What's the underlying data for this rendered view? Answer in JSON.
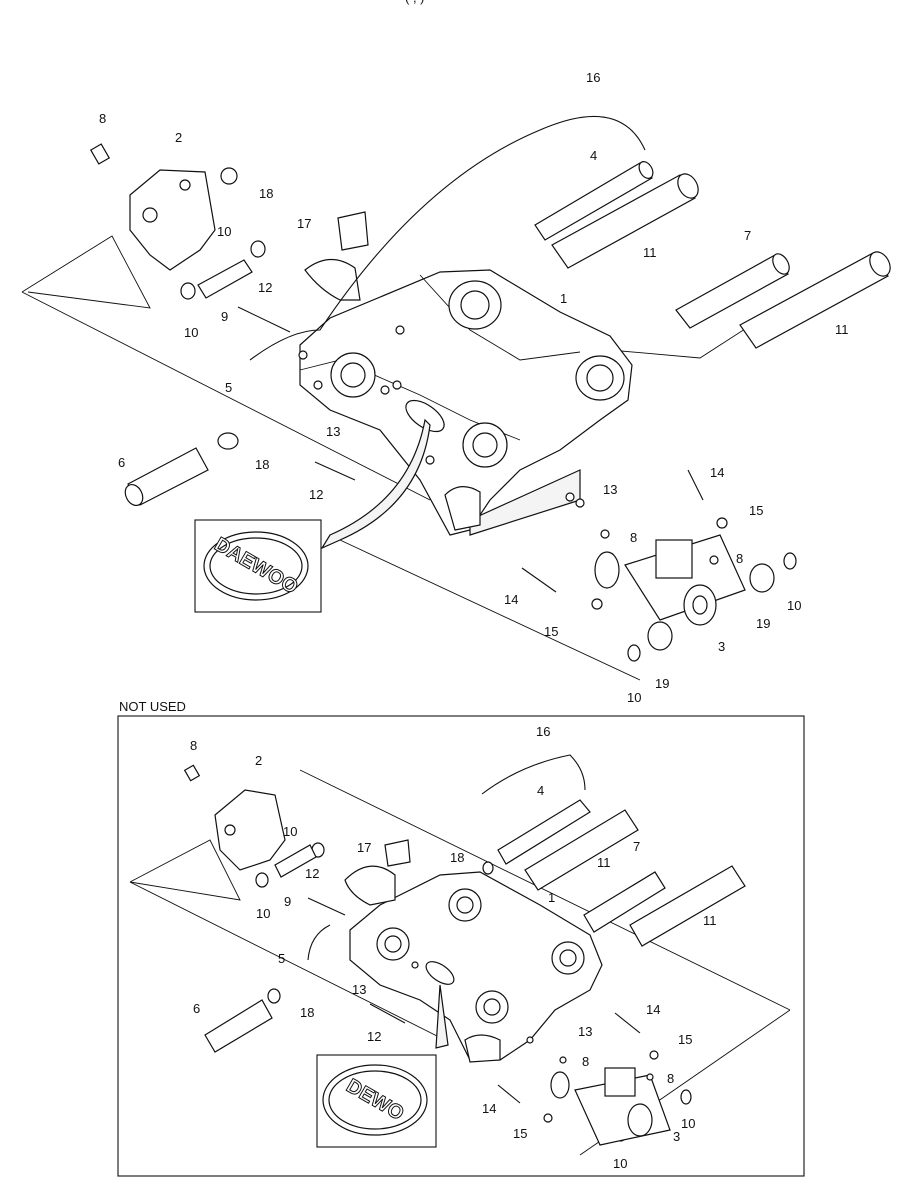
{
  "diagram": {
    "note_top": "(                          ,                )",
    "section_label": "NOT USED",
    "brand_text": "DAEWOO",
    "brand_text_short": "DEWO",
    "top_labels": [
      {
        "id": "t16",
        "text": "16"
      },
      {
        "id": "t8a",
        "text": "8"
      },
      {
        "id": "t2",
        "text": "2"
      },
      {
        "id": "t18a",
        "text": "18"
      },
      {
        "id": "t4",
        "text": "4"
      },
      {
        "id": "t17",
        "text": "17"
      },
      {
        "id": "t10a",
        "text": "10"
      },
      {
        "id": "t11a",
        "text": "11"
      },
      {
        "id": "t7",
        "text": "7"
      },
      {
        "id": "t9",
        "text": "9"
      },
      {
        "id": "t12a",
        "text": "12"
      },
      {
        "id": "t1",
        "text": "1"
      },
      {
        "id": "t10b",
        "text": "10"
      },
      {
        "id": "t11b",
        "text": "11"
      },
      {
        "id": "t5",
        "text": "5"
      },
      {
        "id": "t13a",
        "text": "13"
      },
      {
        "id": "t6",
        "text": "6"
      },
      {
        "id": "t18b",
        "text": "18"
      },
      {
        "id": "t12b",
        "text": "12"
      },
      {
        "id": "t13b",
        "text": "13"
      },
      {
        "id": "t14a",
        "text": "14"
      },
      {
        "id": "t15a",
        "text": "15"
      },
      {
        "id": "t8b",
        "text": "8"
      },
      {
        "id": "t8c",
        "text": "8"
      },
      {
        "id": "t14b",
        "text": "14"
      },
      {
        "id": "t19a",
        "text": "19"
      },
      {
        "id": "t10c",
        "text": "10"
      },
      {
        "id": "t15b",
        "text": "15"
      },
      {
        "id": "t3a",
        "text": "3"
      },
      {
        "id": "t19b",
        "text": "19"
      },
      {
        "id": "t10d",
        "text": "10"
      }
    ],
    "bottom_labels": [
      {
        "id": "b8",
        "text": "8"
      },
      {
        "id": "b2",
        "text": "2"
      },
      {
        "id": "b16",
        "text": "16"
      },
      {
        "id": "b4",
        "text": "4"
      },
      {
        "id": "b10a",
        "text": "10"
      },
      {
        "id": "b17",
        "text": "17"
      },
      {
        "id": "b18a",
        "text": "18"
      },
      {
        "id": "b11a",
        "text": "11"
      },
      {
        "id": "b7",
        "text": "7"
      },
      {
        "id": "b12a",
        "text": "12"
      },
      {
        "id": "b10b",
        "text": "10"
      },
      {
        "id": "b9",
        "text": "9"
      },
      {
        "id": "b1",
        "text": "1"
      },
      {
        "id": "b11b",
        "text": "11"
      },
      {
        "id": "b5",
        "text": "5"
      },
      {
        "id": "b6",
        "text": "6"
      },
      {
        "id": "b13a",
        "text": "13"
      },
      {
        "id": "b18b",
        "text": "18"
      },
      {
        "id": "b12b",
        "text": "12"
      },
      {
        "id": "b14a",
        "text": "14"
      },
      {
        "id": "b13b",
        "text": "13"
      },
      {
        "id": "b15a",
        "text": "15"
      },
      {
        "id": "b8b",
        "text": "8"
      },
      {
        "id": "b8c",
        "text": "8"
      },
      {
        "id": "b14b",
        "text": "14"
      },
      {
        "id": "b15b",
        "text": "15"
      },
      {
        "id": "b10c",
        "text": "10"
      },
      {
        "id": "b3",
        "text": "3"
      },
      {
        "id": "b10d",
        "text": "10"
      }
    ]
  }
}
